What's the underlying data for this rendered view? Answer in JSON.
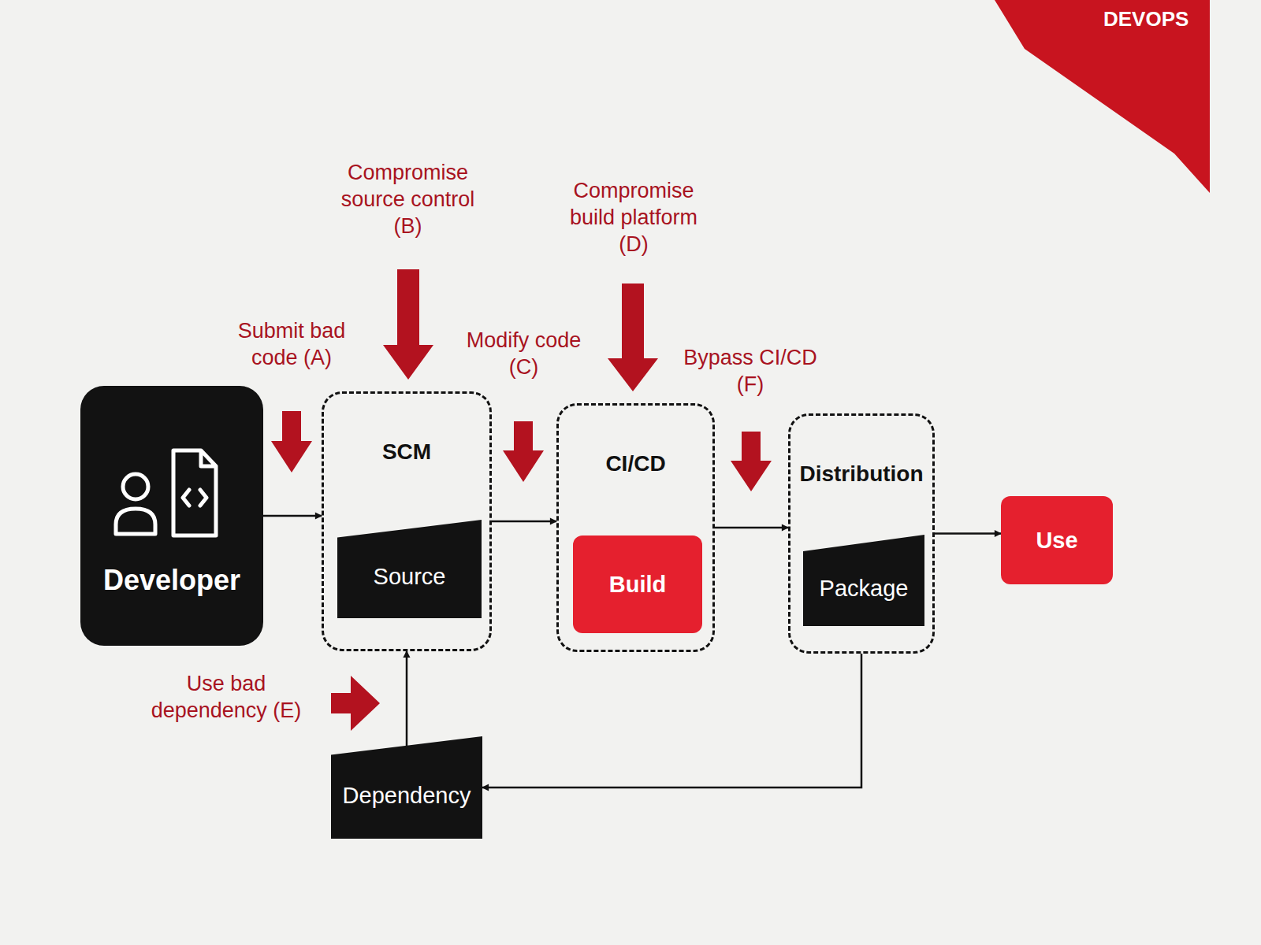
{
  "diagram": {
    "nodes": [
      {
        "text": [
          "Developer"
        ]
      },
      {
        "text": [
          "SCM"
        ]
      },
      {
        "text": [
          "Source"
        ],
        "in": 1
      },
      {
        "text": [
          "CI/CD"
        ]
      },
      {
        "text": [
          "Build"
        ],
        "in": 3
      },
      {
        "text": [
          "Distribution"
        ]
      },
      {
        "text": [
          "Package"
        ],
        "in": 5
      },
      {
        "text": [
          "Use"
        ]
      },
      {
        "text": [
          "Dependency"
        ]
      }
    ],
    "edges": [
      {
        "from": 0,
        "to": 1,
        "arrow": "to"
      },
      {
        "from": 1,
        "to": 3,
        "arrow": "to"
      },
      {
        "from": 3,
        "to": 5,
        "arrow": "to"
      },
      {
        "from": 5,
        "to": 7,
        "arrow": "to"
      },
      {
        "from": 5,
        "to": 8,
        "arrow": "to"
      },
      {
        "from": 8,
        "to": 1,
        "arrow": "to"
      }
    ],
    "labels": [
      "Submit bad code (A)",
      "Compromise source control (B)",
      "Modify code (C)",
      "Compromise build platform (D)",
      "Bypass CI/CD (F)",
      "Use bad dependency (E)",
      "DEVOPS"
    ]
  }
}
